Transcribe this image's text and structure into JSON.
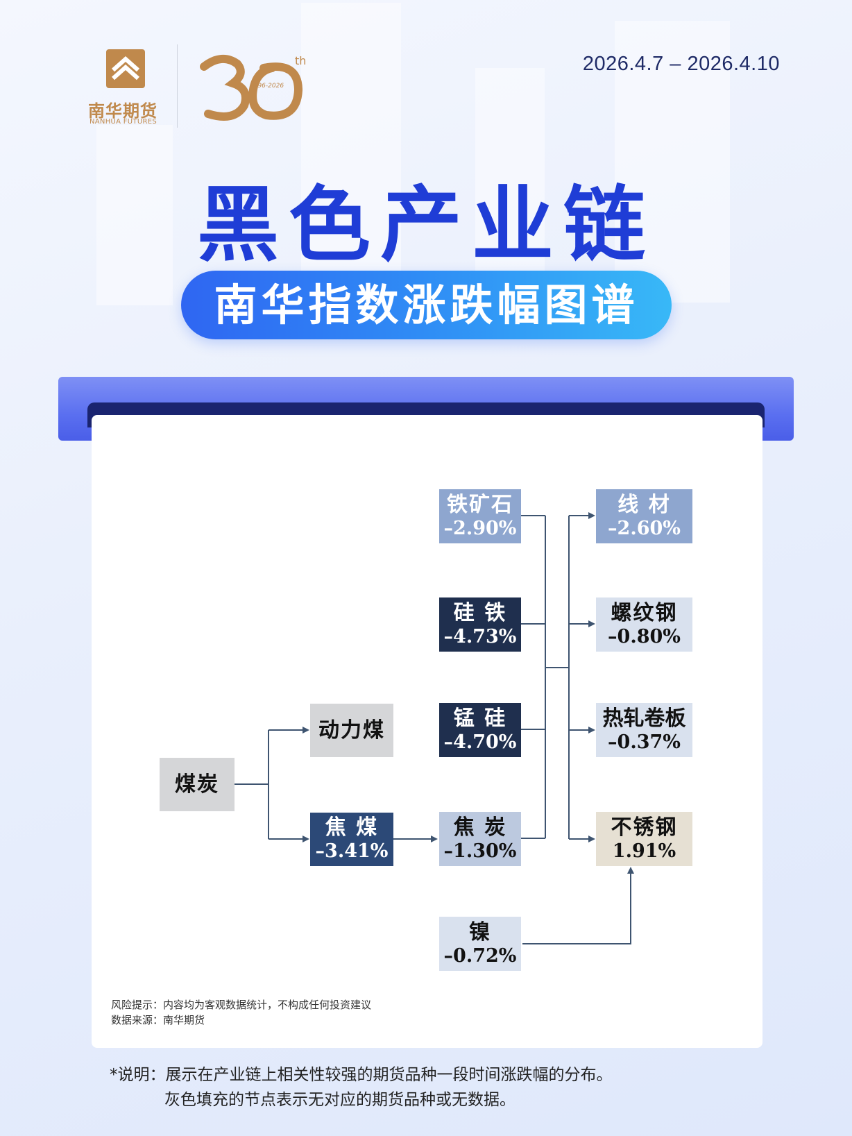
{
  "header": {
    "brand_cn": "南华期货",
    "brand_en": "NANHUA FUTURES",
    "anniversary_years": "1996-2026",
    "anniversary_suffix": "th",
    "date_range": "2026.4.7 – 2026.4.10"
  },
  "title": "黑色产业链",
  "subtitle": "南华指数涨跌幅图谱",
  "colors": {
    "title_blue": "#1f3dd6",
    "gold": "#c0894c",
    "node_gray": "#d5d6d8",
    "node_light_blue": "#8ea6cf",
    "node_dark_navy": "#1f2f4e",
    "node_mid_blue": "#2c4977",
    "node_pale_blue": "#bcc9df",
    "node_paler_blue": "#d9e1ee",
    "node_beige": "#e6e0d3"
  },
  "nodes": {
    "coal": {
      "name": "煤炭",
      "value": ""
    },
    "thermal_coal": {
      "name": "动力煤",
      "value": ""
    },
    "coking_coal": {
      "name": "焦 煤",
      "value": "–3.41%"
    },
    "iron_ore": {
      "name": "铁矿石",
      "value": "–2.90%"
    },
    "ferrosilicon": {
      "name": "硅 铁",
      "value": "–4.73%"
    },
    "silicomanganese": {
      "name": "锰 硅",
      "value": "–4.70%"
    },
    "coke": {
      "name": "焦 炭",
      "value": "–1.30%"
    },
    "nickel": {
      "name": "镍",
      "value": "–0.72%"
    },
    "wire_rod": {
      "name": "线 材",
      "value": "–2.60%"
    },
    "rebar": {
      "name": "螺纹钢",
      "value": "–0.80%"
    },
    "hot_rolled_coil": {
      "name": "热轧卷板",
      "value": "–0.37%"
    },
    "stainless_steel": {
      "name": "不锈钢",
      "value": "1.91%"
    }
  },
  "notes": {
    "risk": "风险提示：内容均为客观数据统计，不构成任何投资建议",
    "source": "数据来源：南华期货"
  },
  "explanation": {
    "line1": "*说明：展示在产业链上相关性较强的期货品种一段时间涨跌幅的分布。",
    "line2": "灰色填充的节点表示无对应的期货品种或无数据。"
  }
}
